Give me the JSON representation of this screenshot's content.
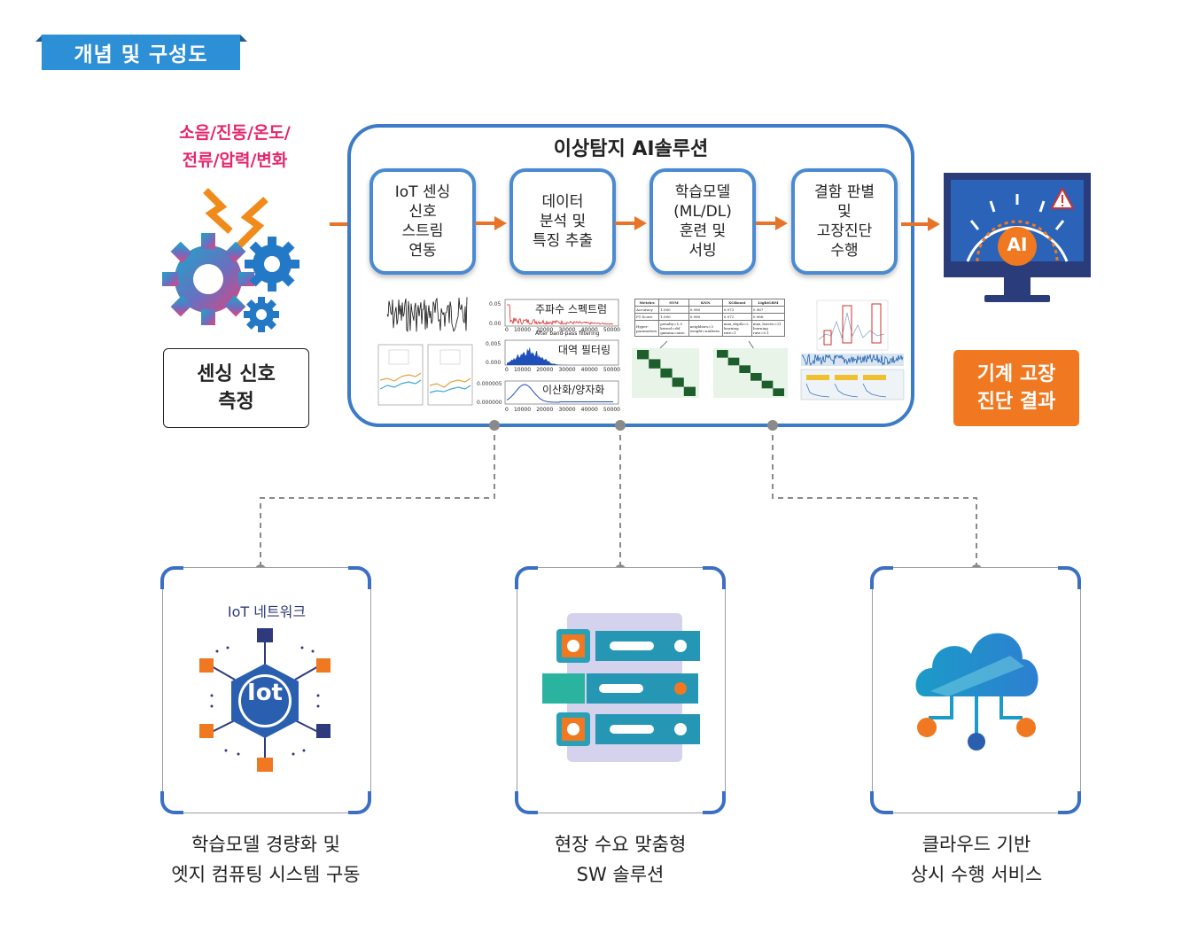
{
  "header": {
    "title": "개념 및 구성도"
  },
  "input": {
    "sensor_types": [
      "소음/진동/온도/",
      "전류/압력/변화"
    ],
    "measure_box": [
      "센싱 신호",
      "측정"
    ]
  },
  "solution": {
    "title": "이상탐지 AI솔루션",
    "steps": [
      {
        "lines": [
          "IoT 센싱",
          "신호",
          "스트림",
          "연동"
        ]
      },
      {
        "lines": [
          "데이터",
          "분석 및",
          "특징 추출"
        ]
      },
      {
        "lines": [
          "학습모델",
          "(ML/DL)",
          "훈련 및",
          "서빙"
        ]
      },
      {
        "lines": [
          "결함 판별",
          "및",
          "고장진단",
          "수행"
        ]
      }
    ],
    "thumb_labels": {
      "spectrum": "주파수 스펙트럼",
      "bandpass": "대역 필터링",
      "discrete": "이산화/양자화",
      "bandpass_sub": "After band-pass filtering",
      "axis_ticks": [
        "0",
        "10000",
        "20000",
        "30000",
        "40000",
        "50000"
      ],
      "y_spectrum": [
        "0.05",
        "0.00"
      ],
      "y_bandpass": [
        "0.005",
        "0.000"
      ],
      "y_discrete": [
        "0.000005",
        "0.000000"
      ]
    },
    "metrics_table": {
      "headers": [
        "Metrics",
        "SVM",
        "KNN",
        "XGBoost",
        "LightGBM"
      ],
      "rows": [
        [
          "Accuracy",
          "1.000",
          "0.980",
          "0.973",
          "0.967"
        ],
        [
          "F1-Score",
          "1.000",
          "0.980",
          "0.972",
          "0.966"
        ],
        [
          "Hyper-parameters",
          "penalty=1.0 kernel=rbf gamma=auto",
          "neighbors=3 weight=uniform",
          "max_depth=2 learning rate=1",
          "max_leaves=31 learning rate=0.1"
        ]
      ]
    }
  },
  "output": {
    "monitor_badge": "AI",
    "result_box": [
      "기계 고장",
      "진단 결과"
    ]
  },
  "cards": [
    {
      "label": "IoT 네트워크",
      "center": "Iot",
      "caption": [
        "학습모델 경량화 및",
        "엣지 컴퓨팅 시스템 구동"
      ]
    },
    {
      "caption": [
        "현장 수요 맞춤형",
        "SW 솔루션"
      ]
    },
    {
      "caption": [
        "클라우드 기반",
        "상시 수행 서비스"
      ]
    }
  ],
  "colors": {
    "brand_blue": "#2d8fd6",
    "frame_blue": "#3b7bc7",
    "orange": "#f07820",
    "magenta": "#e6266d",
    "navy": "#2e3a7d",
    "teal": "#2ab4b4"
  }
}
